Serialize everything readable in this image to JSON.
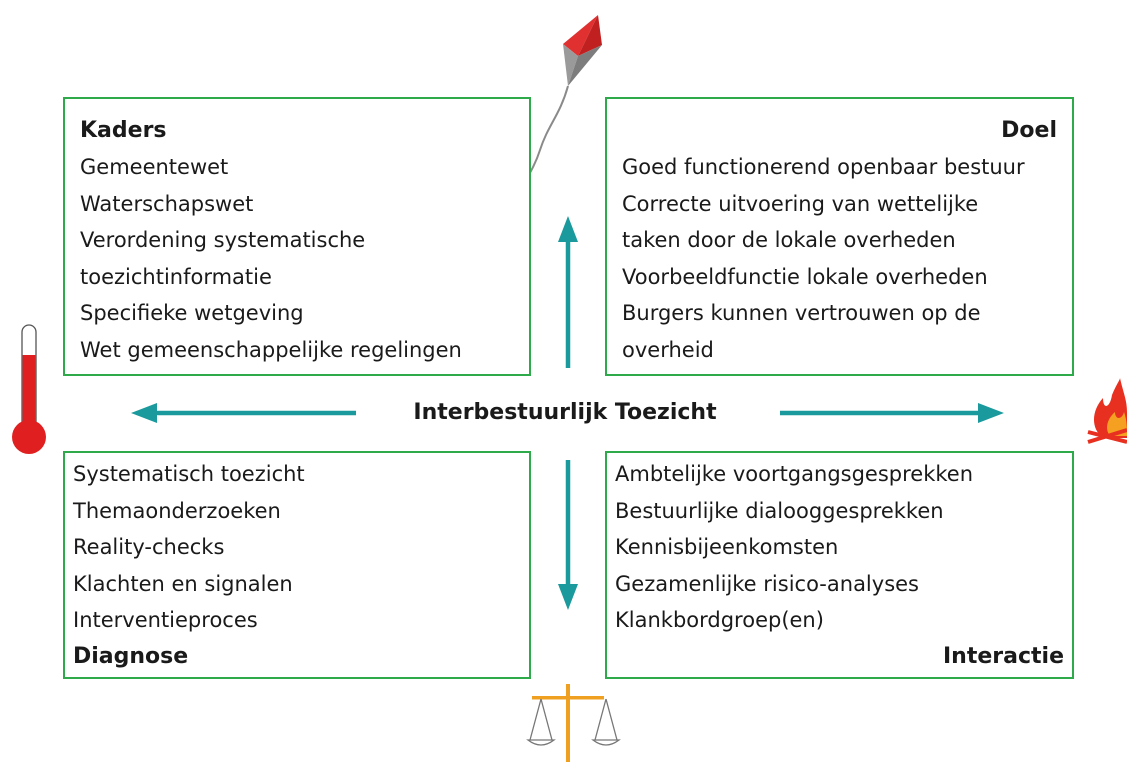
{
  "center_label": "Interbestuurlijk Toezicht",
  "kaders": {
    "title": "Kaders",
    "items": [
      "Gemeentewet",
      "Waterschapswet",
      "Verordening systematische",
      "toezichtinformatie",
      "Specifieke wetgeving",
      "Wet gemeenschappelijke regelingen"
    ]
  },
  "doel": {
    "title": "Doel",
    "items": [
      "Goed functionerend openbaar bestuur",
      "Correcte uitvoering van wettelijke",
      "taken door de lokale overheden",
      "Voorbeeldfunctie lokale overheden",
      "Burgers kunnen vertrouwen op de",
      "overheid"
    ]
  },
  "diagnose": {
    "title": "Diagnose",
    "items": [
      "Systematisch toezicht",
      "Themaonderzoeken",
      "Reality-checks",
      "Klachten en signalen",
      "Interventieproces"
    ]
  },
  "interactie": {
    "title": "Interactie",
    "items": [
      "Ambtelijke voortgangsgesprekken",
      "Bestuurlijke dialooggesprekken",
      "Kennisbijeenkomsten",
      "Gezamenlijke risico-analyses",
      "Klankbordgroep(en)"
    ]
  },
  "icons": {
    "kite": "kite-icon",
    "thermometer": "thermometer-icon",
    "fire": "fire-icon",
    "scales": "scales-icon"
  },
  "colors": {
    "box_border": "#2eaa4a",
    "arrow": "#1a9a9c",
    "kite_red": "#e03030",
    "kite_grey": "#8a8a8a",
    "thermometer_red": "#e02020",
    "fire": "#e83020",
    "scales": "#f0a020"
  }
}
